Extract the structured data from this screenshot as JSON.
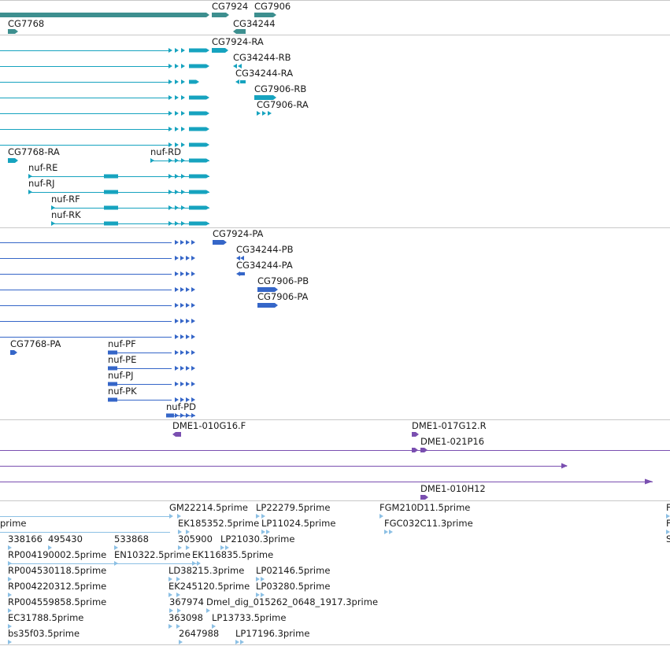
{
  "colors": {
    "gene": "#3d8f8f",
    "transcript": "#16a3bf",
    "protein": "#3566c8",
    "clone": "#7a4fb0",
    "est": "#8cc0e4",
    "separator": "#c8c8c8",
    "text": "#1a1a1a"
  },
  "tracks": {
    "gene": {
      "features": [
        "CG7924",
        "CG7906",
        "CG7768",
        "CG34244"
      ]
    },
    "transcript": {
      "features": [
        "CG7924-RA",
        "CG34244-RB",
        "CG34244-RA",
        "CG7906-RB",
        "CG7906-RA",
        "CG7768-RA",
        "nuf-RD",
        "nuf-RE",
        "nuf-RJ",
        "nuf-RF",
        "nuf-RK"
      ]
    },
    "protein": {
      "features": [
        "CG7924-PA",
        "CG34244-PB",
        "CG34244-PA",
        "CG7906-PB",
        "CG7906-PA",
        "CG7768-PA",
        "nuf-PF",
        "nuf-PE",
        "nuf-PJ",
        "nuf-PK",
        "nuf-PD"
      ]
    },
    "clone": {
      "features": [
        "DME1-010G16.F",
        "DME1-017G12.R",
        "DME1-021P16",
        "DME1-010H12"
      ]
    },
    "est": {
      "features": [
        "GM22214.5prime",
        "LP22279.5prime",
        "FGM210D11.5prime",
        "F",
        "prime",
        "EK185352.5prime",
        "LP11024.5prime",
        "FGC032C11.3prime",
        "F",
        "338166",
        "495430",
        "533868",
        "305900",
        "LP21030.3prime",
        "S",
        "RP004190002.5prime",
        "EN10322.5prime",
        "EK116835.5prime",
        "RP004530118.5prime",
        "LD38215.3prime",
        "LP02146.5prime",
        "RP004220312.5prime",
        "EK245120.5prime",
        "LP03280.5prime",
        "RP004559858.5prime",
        "367974",
        "Dmel_dig_015262_0648_1917.3prime",
        "EC31788.5prime",
        "363098",
        "LP13733.5prime",
        "bs35f03.5prime",
        "2647988",
        "LP17196.3prime"
      ]
    }
  }
}
